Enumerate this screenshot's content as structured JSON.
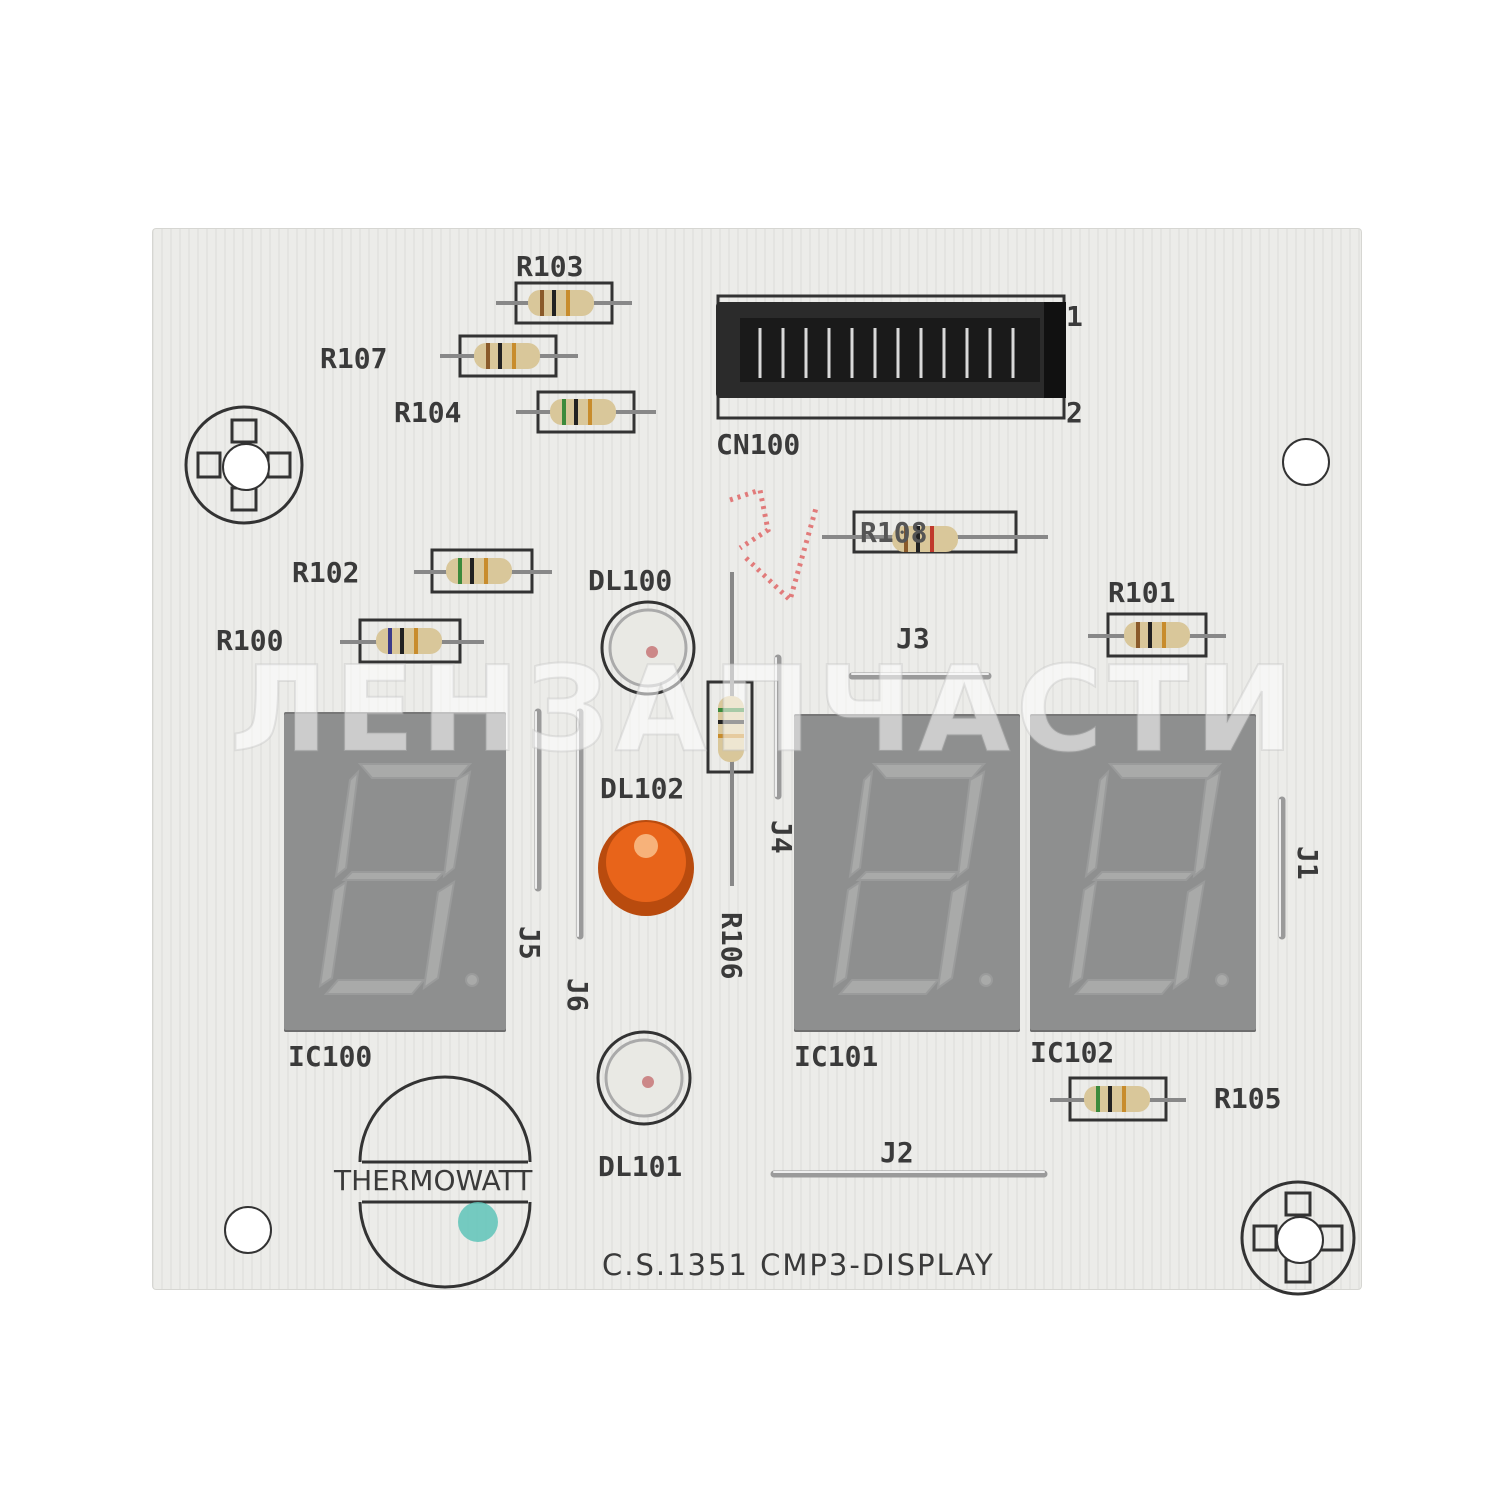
{
  "board": {
    "model_label": "C.S.1351 CMP3-DISPLAY",
    "brand": "THERMOWATT",
    "watermark": "ЛЕНЗАПЧАСТИ",
    "connector": {
      "name": "CN100",
      "pin_1": "1",
      "pin_2": "2"
    },
    "resistors": [
      "R100",
      "R101",
      "R102",
      "R103",
      "R104",
      "R105",
      "R106",
      "R107",
      "R108"
    ],
    "leds": [
      "DL100",
      "DL101",
      "DL102"
    ],
    "displays": [
      "IC100",
      "IC101",
      "IC102"
    ],
    "jumpers": [
      "J1",
      "J2",
      "J3",
      "J4",
      "J5",
      "J6"
    ],
    "colors": {
      "board": "#ecece9",
      "silkscreen": "#3a3a3a",
      "display": "#8e8f8f",
      "led_lit": "#e8641a"
    }
  }
}
